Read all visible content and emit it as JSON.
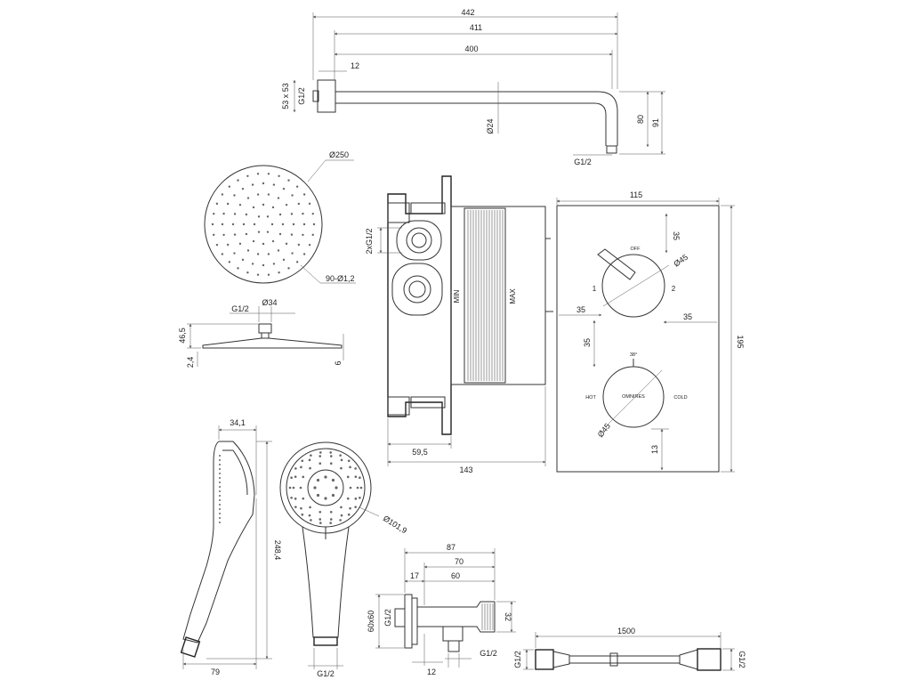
{
  "arm": {
    "dims": [
      "442",
      "411",
      "400",
      "12",
      "53 x 53",
      "G1/2",
      "Ø24",
      "80",
      "91",
      "G1/2"
    ]
  },
  "head": {
    "dims": [
      "Ø250",
      "90-Ø1,2",
      "G1/2",
      "Ø34",
      "46,5",
      "2,4",
      "6"
    ]
  },
  "box": {
    "dims": [
      "2xG1/2",
      "59,5",
      "143"
    ],
    "labels": [
      "MIN",
      "MAX"
    ]
  },
  "plate": {
    "dims": [
      "115",
      "35",
      "Ø45",
      "35",
      "35",
      "35",
      "195",
      "Ø45",
      "13"
    ],
    "labels": [
      "OFF",
      "1",
      "2",
      "HOT",
      "COLD",
      "38°",
      "OMNIRES"
    ]
  },
  "hand_side": {
    "dims": [
      "34,1",
      "248,4",
      "79"
    ]
  },
  "hand_front": {
    "dims": [
      "Ø101,9",
      "G1/2"
    ]
  },
  "outlet": {
    "dims": [
      "87",
      "70",
      "17",
      "60",
      "60x60",
      "G1/2",
      "32",
      "12",
      "G1/2"
    ]
  },
  "hose": {
    "dims": [
      "1500",
      "G1/2",
      "G1/2"
    ]
  }
}
